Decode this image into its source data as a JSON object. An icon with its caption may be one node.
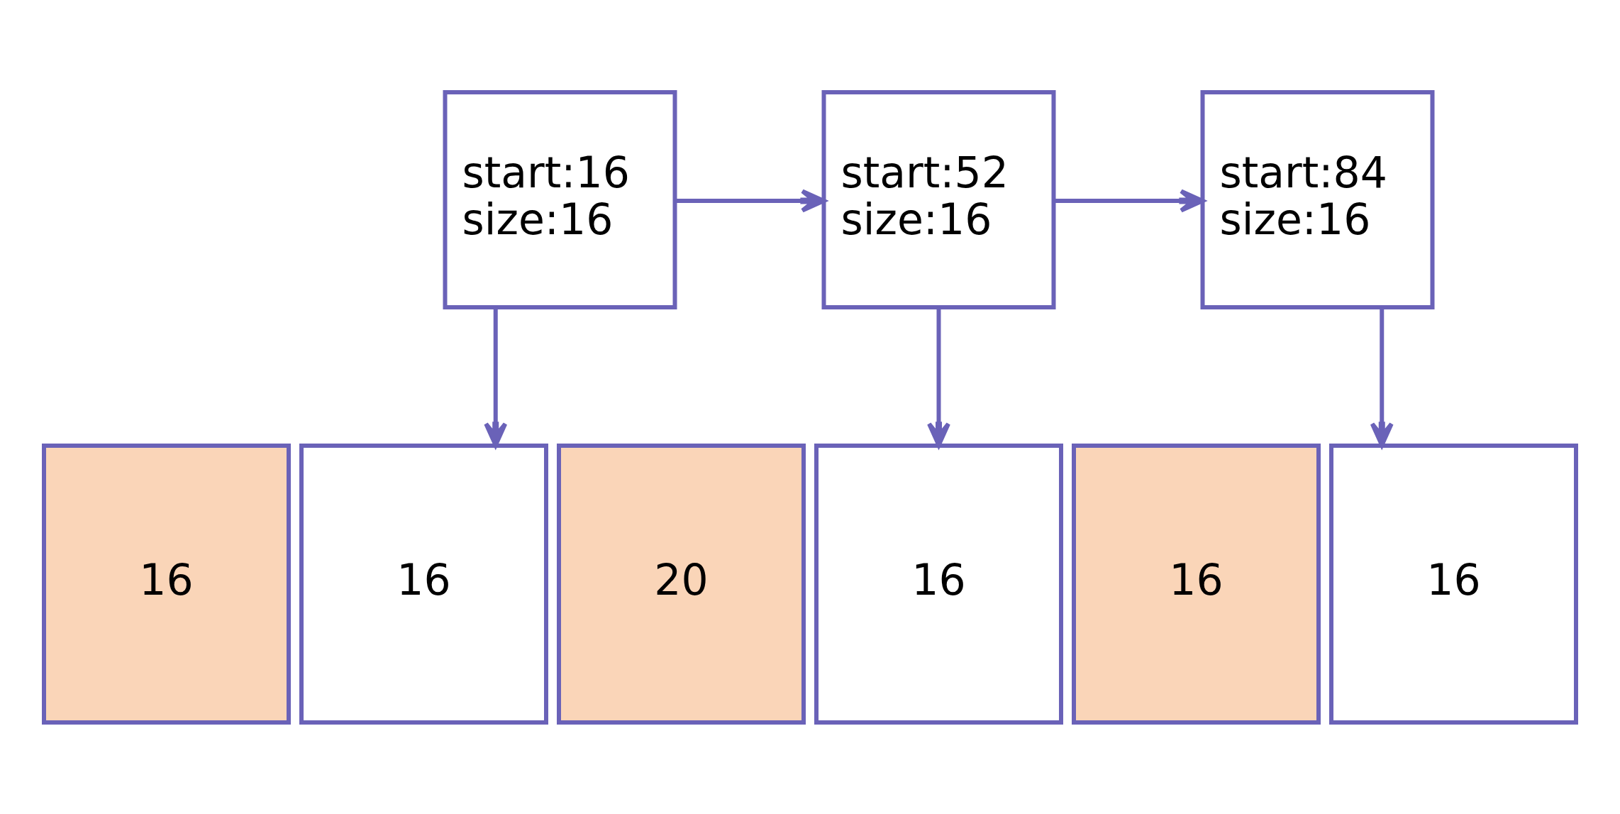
{
  "diagram": {
    "nodes": [
      {
        "text": [
          "start:16",
          "size:16"
        ]
      },
      {
        "text": [
          "start:52",
          "size:16"
        ]
      },
      {
        "text": [
          "start:84",
          "size:16"
        ]
      },
      {
        "text": [
          "16"
        ]
      },
      {
        "text": [
          "16"
        ]
      },
      {
        "text": [
          "20"
        ]
      },
      {
        "text": [
          "16"
        ]
      },
      {
        "text": [
          "16"
        ]
      },
      {
        "text": [
          "16"
        ]
      }
    ],
    "edges": [
      {
        "from": 0,
        "to": 1,
        "arrow": "to"
      },
      {
        "from": 1,
        "to": 2,
        "arrow": "to"
      },
      {
        "from": 0,
        "to": 4,
        "arrow": "to"
      },
      {
        "from": 1,
        "to": 6,
        "arrow": "to"
      },
      {
        "from": 2,
        "to": 8,
        "arrow": "to"
      }
    ]
  }
}
